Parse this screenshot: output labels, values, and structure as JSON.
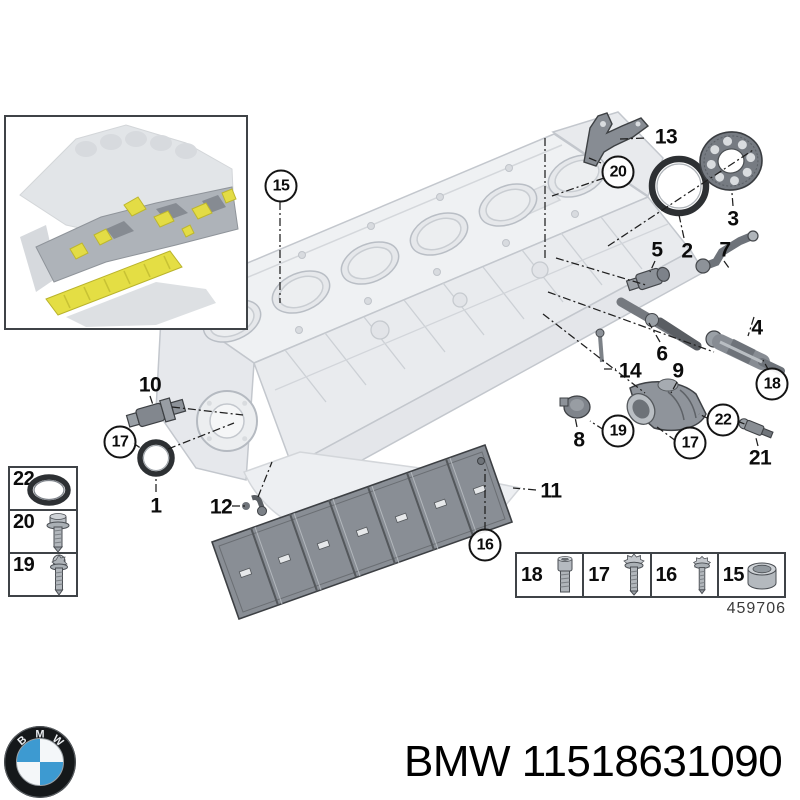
{
  "colors": {
    "background": "#ffffff",
    "line_art_gray": "#c6cacf",
    "part_gray": "#8b9097",
    "dark_outline": "#3d4044",
    "highlight_yellow": "#e4de44",
    "bmw_blue": "#3d9ad1",
    "text_black": "#111111"
  },
  "callouts": {
    "n1": "1",
    "n2": "2",
    "n3": "3",
    "n4": "4",
    "n5": "5",
    "n6": "6",
    "n7": "7",
    "n8": "8",
    "n9": "9",
    "n10": "10",
    "n11": "11",
    "n12": "12",
    "n13": "13",
    "n14": "14",
    "n21": "21",
    "c15": "15",
    "c16": "16",
    "c17a": "17",
    "c17b": "17",
    "c18": "18",
    "c19": "19",
    "c20": "20",
    "c22": "22"
  },
  "legend_left": {
    "rows": [
      {
        "label": "22",
        "icon": "o-ring-icon"
      },
      {
        "label": "20",
        "icon": "flange-bolt-icon"
      },
      {
        "label": "19",
        "icon": "torx-bolt-icon"
      }
    ]
  },
  "legend_bottom": {
    "cells": [
      {
        "label": "18",
        "icon": "socket-head-screw-icon"
      },
      {
        "label": "17",
        "icon": "torx-flange-bolt-icon"
      },
      {
        "label": "16",
        "icon": "torx-flange-bolt-icon"
      },
      {
        "label": "15",
        "icon": "dowel-sleeve-icon"
      }
    ],
    "drawing_number": "459706"
  },
  "footer": {
    "text": "BMW 11518631090",
    "logo_letters": [
      "B",
      "M",
      "W"
    ]
  }
}
